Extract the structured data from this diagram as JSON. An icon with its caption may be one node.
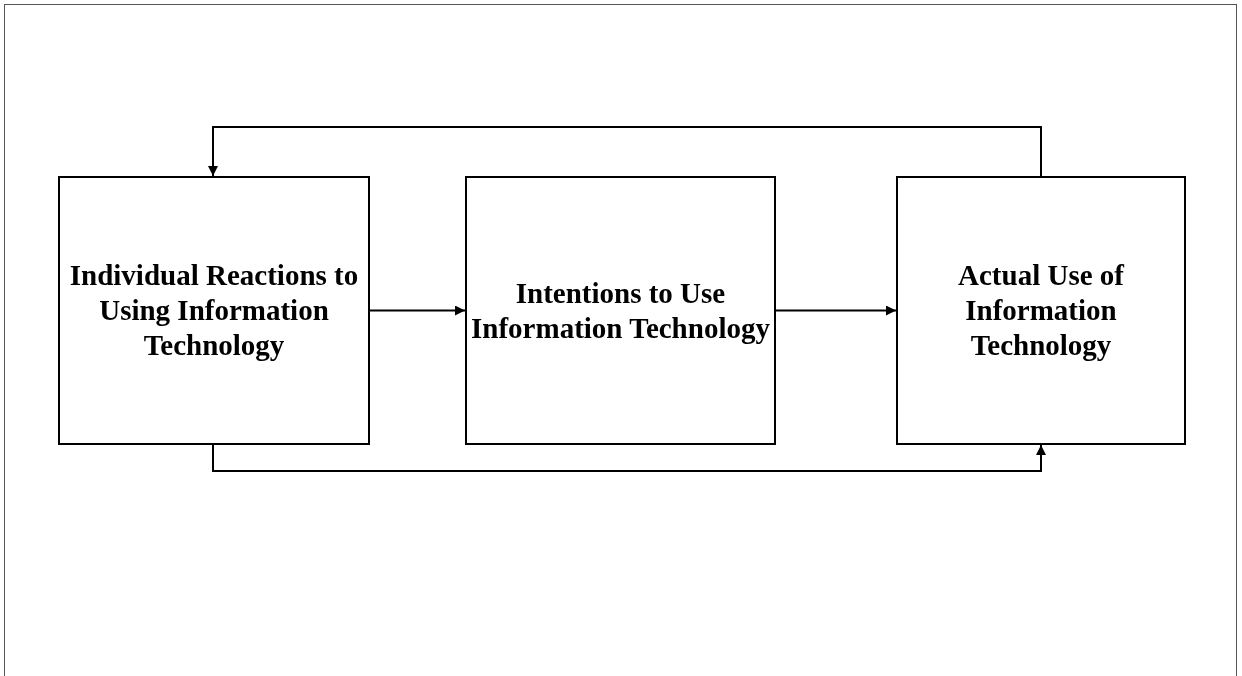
{
  "diagram": {
    "nodes": [
      {
        "text": [
          "Individual Reactions to Using Information Technology"
        ]
      },
      {
        "text": [
          "Intentions to Use Information Technology"
        ]
      },
      {
        "text": [
          "Actual Use of Information Technology"
        ]
      }
    ],
    "edges": [
      {
        "from": 0,
        "to": 1,
        "arrow": "to"
      },
      {
        "from": 1,
        "to": 2,
        "arrow": "to"
      },
      {
        "from": 2,
        "to": 0,
        "arrow": "to"
      },
      {
        "from": 0,
        "to": 2,
        "arrow": "to"
      }
    ]
  }
}
